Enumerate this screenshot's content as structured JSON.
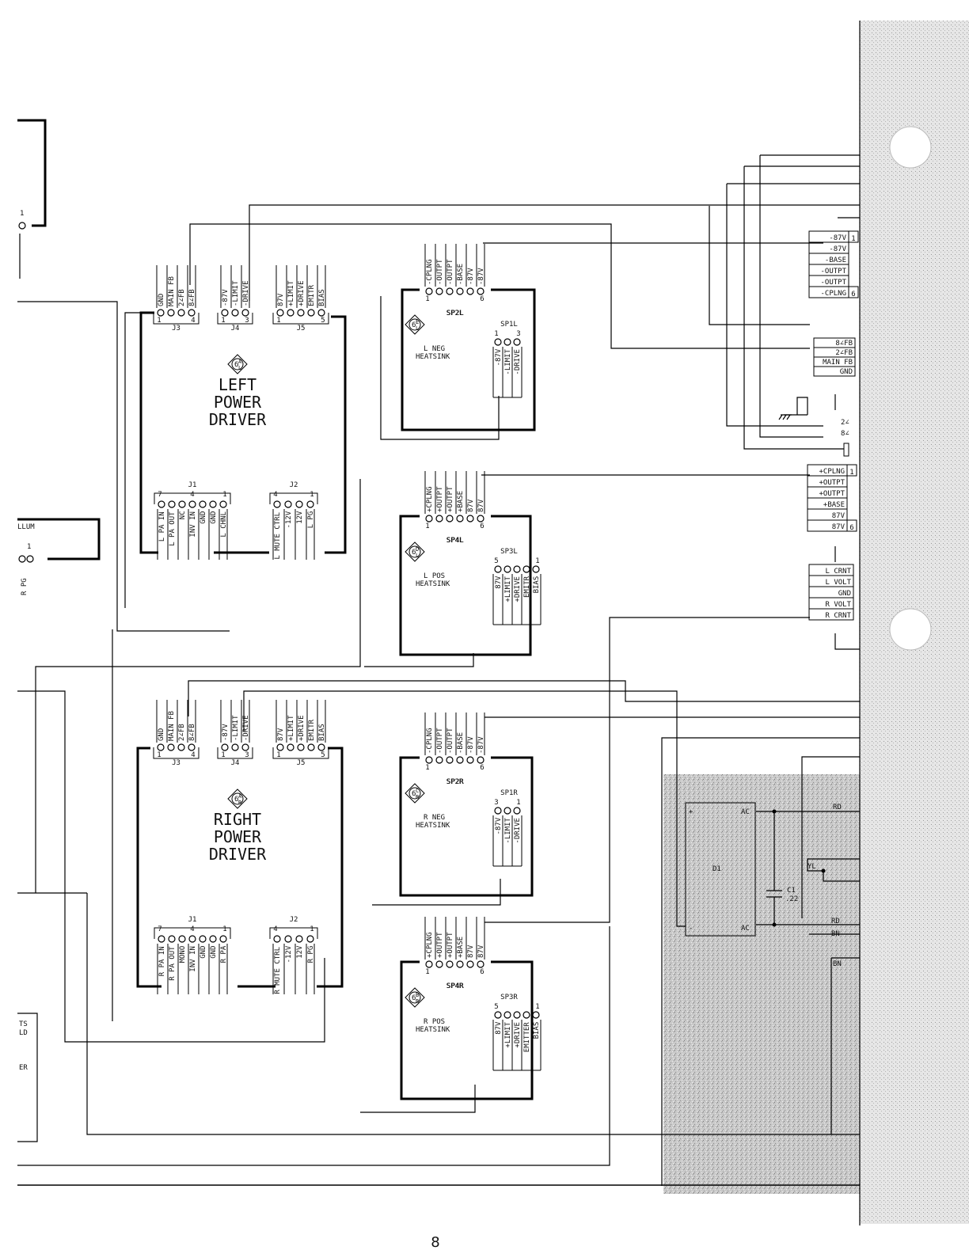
{
  "page_number": "8",
  "left_driver": {
    "title": [
      "LEFT",
      "POWER",
      "DRIVER"
    ],
    "badge": [
      "6",
      "A",
      "L"
    ],
    "j3": {
      "name": "J3",
      "pins": [
        "GND",
        "MAIN FB",
        "2∠FB",
        "8∠FB"
      ],
      "pin_first": "1",
      "pin_last": "4"
    },
    "j4": {
      "name": "J4",
      "pins": [
        "-87V",
        "-LIMIT",
        "-DRIVE"
      ],
      "pin_first": "1",
      "pin_last": "3"
    },
    "j5": {
      "name": "J5",
      "pins": [
        "87V",
        "+LIMIT",
        "+DRIVE",
        "EMITR",
        "BIAS"
      ],
      "pin_first": "1",
      "pin_last": "5"
    },
    "j1": {
      "name": "J1",
      "pins": [
        "L PA IN",
        "L PA OUT",
        "NC",
        "INV IN",
        "GND",
        "GND",
        "L CHNL"
      ],
      "pin_first": "7",
      "pin_mid": "4",
      "pin_last": "1"
    },
    "j2": {
      "name": "J2",
      "pins": [
        "L MUTE CTRL",
        "-12V",
        "12V",
        "L PG"
      ],
      "pin_first": "4",
      "pin_last": "1"
    }
  },
  "right_driver": {
    "title": [
      "RIGHT",
      "POWER",
      "DRIVER"
    ],
    "badge": [
      "6",
      "A",
      "R"
    ],
    "j3": {
      "name": "J3",
      "pins": [
        "GND",
        "MAIN FB",
        "2∠FB",
        "8∠FB"
      ],
      "pin_first": "1",
      "pin_last": "4"
    },
    "j4": {
      "name": "J4",
      "pins": [
        "-87V",
        "-LIMIT",
        "-DRIVE"
      ],
      "pin_first": "1",
      "pin_last": "3"
    },
    "j5": {
      "name": "J5",
      "pins": [
        "87V",
        "+LIMIT",
        "+DRIVE",
        "EMITR",
        "BIAS"
      ],
      "pin_first": "1",
      "pin_last": "5"
    },
    "j1": {
      "name": "J1",
      "pins": [
        "R PA IN",
        "R PA OUT",
        "MONO",
        "INV IN",
        "GND",
        "GND",
        "R PA"
      ],
      "pin_first": "7",
      "pin_mid": "4",
      "pin_last": "1"
    },
    "j2": {
      "name": "J2",
      "pins": [
        "R MUTE CTRL",
        "-12V",
        "12V",
        "R PG"
      ],
      "pin_first": "4",
      "pin_last": "1"
    }
  },
  "heatsinks": {
    "l_neg": {
      "label": [
        "L NEG",
        "HEATSINK"
      ],
      "badge": [
        "6",
        "E",
        "L"
      ],
      "top": {
        "name": "SP2L",
        "pins": [
          "-CPLNG",
          "-OUTPT",
          "-OUTPT",
          "-BASE",
          "-87V",
          "-87V"
        ],
        "pin_first": "1",
        "pin_last": "6"
      },
      "side": {
        "name": "SP1L",
        "pins": [
          "-87V",
          "-LIMIT",
          "-DRIVE"
        ],
        "pin_first": "1",
        "pin_last": "3"
      }
    },
    "l_pos": {
      "label": [
        "L POS",
        "HEATSINK"
      ],
      "badge": [
        "6",
        "D",
        "L"
      ],
      "top": {
        "name": "SP4L",
        "pins": [
          "+CPLNG",
          "+OUTPT",
          "+OUTPT",
          "+BASE",
          "87V",
          "87V"
        ],
        "pin_first": "1",
        "pin_last": "6"
      },
      "side": {
        "name": "SP3L",
        "pins": [
          "87V",
          "+LIMIT",
          "+DRIVE",
          "EMITR",
          "BIAS"
        ],
        "pin_first": "5",
        "pin_last": "1"
      }
    },
    "r_neg": {
      "label": [
        "R NEG",
        "HEATSINK"
      ],
      "badge": [
        "6",
        "C",
        "R"
      ],
      "top": {
        "name": "SP2R",
        "pins": [
          "-CPLNG",
          "-OUTPT",
          "-OUTPT",
          "-BASE",
          "-87V",
          "-87V"
        ],
        "pin_first": "1",
        "pin_last": "6"
      },
      "side": {
        "name": "SP1R",
        "pins": [
          "-87V",
          "-LIMIT",
          "-DRIVE"
        ],
        "pin_first": "3",
        "pin_last": "1"
      }
    },
    "r_pos": {
      "label": [
        "R POS",
        "HEATSINK"
      ],
      "badge": [
        "6",
        "B",
        "R"
      ],
      "top": {
        "name": "SP4R",
        "pins": [
          "+CPLNG",
          "+OUTPT",
          "+OUTPT",
          "+BASE",
          "87V",
          "87V"
        ],
        "pin_first": "1",
        "pin_last": "6"
      },
      "side": {
        "name": "SP3R",
        "pins": [
          "87V",
          "+LIMIT",
          "+DRIVE",
          "EMITTER",
          "BIAS"
        ],
        "pin_first": "5",
        "pin_last": "1"
      }
    }
  },
  "right_edge": {
    "conn_neg": {
      "pins": [
        "-87V",
        "-87V",
        "-BASE",
        "-OUTPT",
        "-OUTPT",
        "-CPLNG"
      ],
      "pin_first": "1",
      "pin_last": "6"
    },
    "fb": [
      "8∠FB",
      "2∠FB",
      "MAIN FB",
      "GND"
    ],
    "fb_small": [
      "2∠",
      "8∠"
    ],
    "conn_pos": {
      "pins": [
        "+CPLNG",
        "+OUTPT",
        "+OUTPT",
        "+BASE",
        "87V",
        "87V"
      ],
      "pin_first": "1",
      "pin_last": "6"
    },
    "status": [
      "L CRNT",
      "L VOLT",
      "GND",
      "R VOLT",
      "R CRNT"
    ]
  },
  "left_edge": {
    "pin1a": "1",
    "illum": "LLUM",
    "illum_pin": "1",
    "r_pg": "R PG",
    "frag_a": "TS",
    "frag_b": "LD",
    "frag_c": "ER"
  },
  "rectifier": {
    "name": "D1",
    "plus": "+",
    "minus": "-",
    "ac_top": "AC",
    "ac_bot": "AC",
    "cap_name": "C1",
    "cap_value": ".22",
    "wires": [
      "RD",
      "YL",
      "RD",
      "BN",
      "BN"
    ]
  }
}
